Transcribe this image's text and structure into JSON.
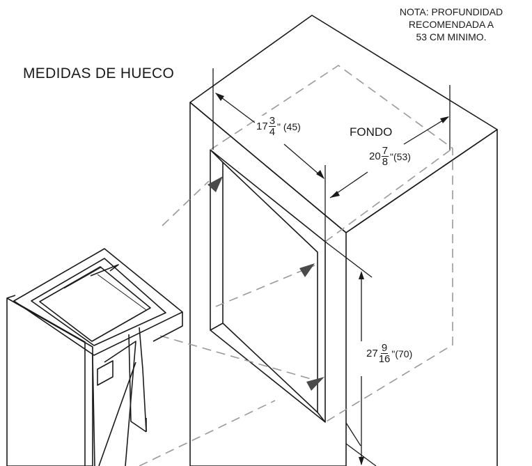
{
  "title": "MEDIDAS DE HUECO",
  "note": [
    "NOTA:  PROFUNDIDAD",
    "RECOMENDADA A",
    "53 CM MINIMO."
  ],
  "depth_label": "FONDO",
  "dimensions": {
    "width": {
      "whole": "17",
      "num": "3",
      "den": "4",
      "suffix": "\" (45)"
    },
    "depth": {
      "whole": "20",
      "num": "7",
      "den": "8",
      "suffix": "\"(53)"
    },
    "height": {
      "whole": "27",
      "num": "9",
      "den": "16",
      "suffix": "\"(70)"
    }
  },
  "colors": {
    "line": "#1a1a1a",
    "hidden_line": "#9a9a9a",
    "arrow": "#4a4a4a"
  }
}
